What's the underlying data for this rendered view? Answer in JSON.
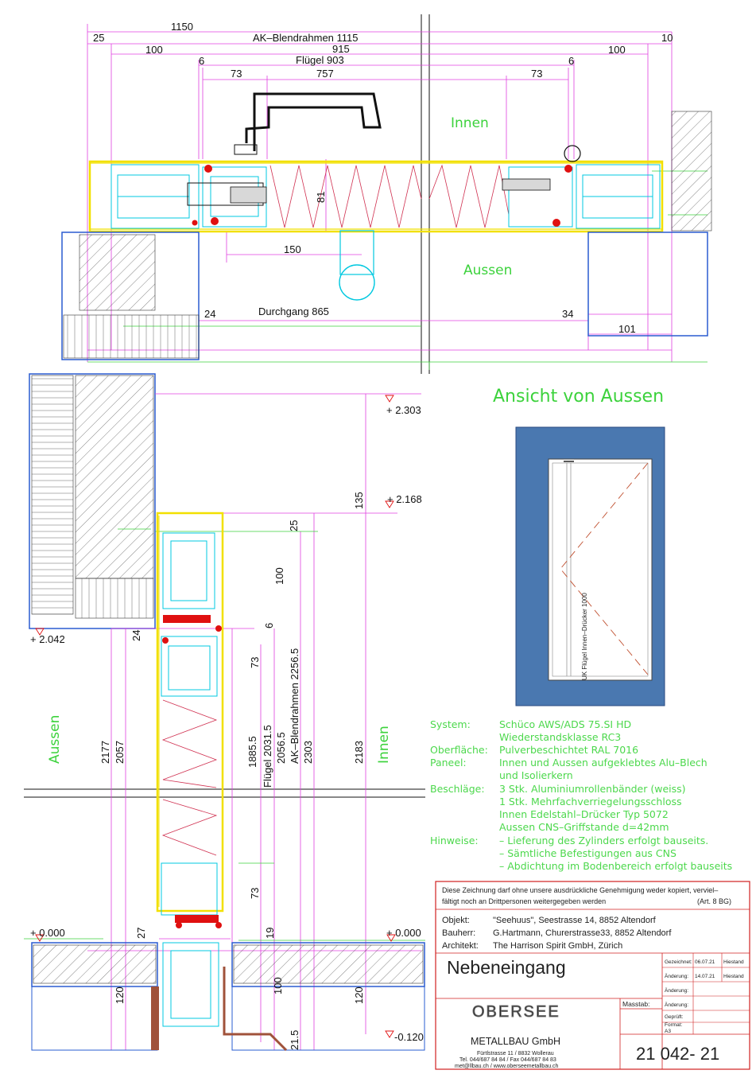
{
  "plan": {
    "dims_top": {
      "overall": "1150",
      "left_margin": "25",
      "frame": "AK–Blendrahmen 1115",
      "right_margin": "10",
      "left_100": "100",
      "clear_915": "915",
      "right_100": "100",
      "left_6": "6",
      "sash": "Flügel 903",
      "right_6": "6",
      "left_73": "73",
      "mid_757": "757",
      "right_73": "73"
    },
    "dim_81": "81",
    "dim_150": "150",
    "dim_24": "24",
    "passage": "Durchgang 865",
    "dim_34": "34",
    "dim_101": "101",
    "label_inside": "Innen",
    "label_outside": "Aussen"
  },
  "section": {
    "level_top": "+ 2.303",
    "level_2168": "+ 2.168",
    "level_2042": "+ 2.042",
    "level_zero_left": "+ 0.000",
    "level_zero_right": "+ 0.000",
    "level_bottom": "-0.120",
    "dims": {
      "d135": "135",
      "d25": "25",
      "d100": "100",
      "d24": "24",
      "d6": "6",
      "d73_top": "73",
      "d2177": "2177",
      "d2057": "2057",
      "d1885": "1885.5",
      "sash": "Flügel 2031.5",
      "d2056": "2056.5",
      "frame": "AK–Blendrahmen 2256.5",
      "d2303": "2303",
      "d2183": "2183",
      "d73_bottom": "73",
      "d27": "27",
      "d19": "19",
      "d120_left": "120",
      "d100_bottom": "100",
      "d120_right": "120",
      "d215": "21.5"
    },
    "label_outside": "Aussen",
    "label_inside": "Innen"
  },
  "elevation": {
    "title": "Ansicht von Aussen",
    "handle_label": "UK Flügel Innen–Drücker 1000"
  },
  "specs": [
    {
      "key": "System:",
      "value": "Schüco AWS/ADS 75.SI HD"
    },
    {
      "key": "",
      "value": "Wiederstandsklasse RC3"
    },
    {
      "key": "Oberfläche:",
      "value": "Pulverbeschichtet RAL 7016"
    },
    {
      "key": "Paneel:",
      "value": "Innen und Aussen aufgeklebtes Alu–Blech"
    },
    {
      "key": "",
      "value": "und Isolierkern"
    },
    {
      "key": "Beschläge:",
      "value": "3 Stk. Aluminiumrollenbänder (weiss)"
    },
    {
      "key": "",
      "value": "1 Stk. Mehrfachverriegelungsschloss"
    },
    {
      "key": "",
      "value": "Innen Edelstahl–Drücker Typ 5072"
    },
    {
      "key": "",
      "value": "Aussen CNS–Griffstande d=42mm"
    },
    {
      "key": "Hinweise:",
      "value": "– Lieferung des Zylinders erfolgt bauseits."
    },
    {
      "key": "",
      "value": "– Sämtliche Befestigungen aus CNS"
    },
    {
      "key": "",
      "value": "– Abdichtung im Bodenbereich erfolgt bauseits"
    }
  ],
  "titleblock": {
    "notice_1": "Diese Zeichnung darf ohne unsere ausdrückliche Genehmigung weder kopiert, verviel–",
    "notice_2": "fältigt noch an Drittpersonen weitergegeben werden",
    "notice_ref": "(Art. 8 BG)",
    "object_key": "Objekt:",
    "object_val": "\"Seehuus\", Seestrasse 14, 8852 Altendorf",
    "client_key": "Bauherr:",
    "client_val": "G.Hartmann, Churerstrasse33, 8852 Altendorf",
    "architect_key": "Architekt:",
    "architect_val": "The Harrison Spirit GmbH, Zürich",
    "title": "Nebeneingang",
    "drawn_key": "Gezeichnet:",
    "drawn_date": "06.07.21",
    "drawn_by": "Hiestand",
    "change_key": "Änderung:",
    "change_date": "14.07.21",
    "change_by": "Hiestand",
    "scale_key": "Masstab:",
    "change2_key": "Änderung:",
    "change3_key": "Änderung:",
    "checked_key": "Geprüft:",
    "format_key": "Format:",
    "format_val": "A3",
    "company_1": "OBERSEE",
    "company_2": "METALLBAU GmbH",
    "address": "Fürtlstrasse 11  /  8832  Wollerau",
    "phone": "Tel. 044/687 84 84  /  Fax 044/687 84 83",
    "web": "met@llbau.ch  /  www.oberseemetallbau.ch",
    "drawing_no": "21 042- 21"
  },
  "colors": {
    "frame_yellow": "#f2e000",
    "profile_cyan": "#00c8e0",
    "gasket_red": "#e01010",
    "dim_magenta": "#e040e0",
    "label_green": "#3cd23c",
    "wall_blue": "#2a5cd0",
    "titleblock_red": "#d02020",
    "panel_grey_blue": "#4a78b0"
  }
}
